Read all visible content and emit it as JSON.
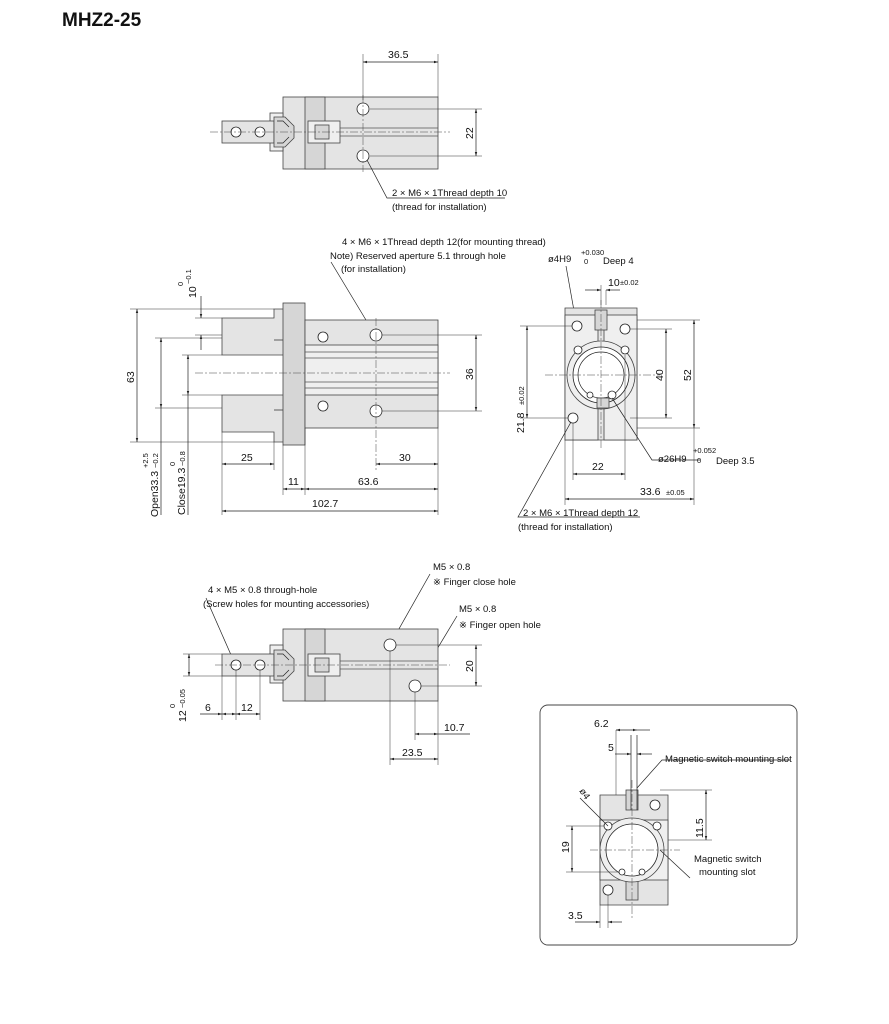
{
  "title": "MHZ2-25",
  "top_view": {
    "dim_width": "36.5",
    "dim_height": "22",
    "note_line1": "2 × M6 × 1Thread depth 10",
    "note_line2": "(thread for installation)"
  },
  "side_view": {
    "note1": "4 × M6 × 1Thread depth 12(for mounting thread)",
    "note2": "Note) Reserved aperture 5.1 through hole",
    "note3": "(for installation)",
    "dim_10": "10",
    "dim_10_tol_upper": "0",
    "dim_10_tol_lower": "−0.1",
    "dim_63": "63",
    "dim_open": "Open33.3",
    "dim_open_tol_upper": "+2.5",
    "dim_open_tol_lower": "−0.2",
    "dim_close": "Close19.3",
    "dim_close_tol_upper": "0",
    "dim_close_tol_lower": "−0.8",
    "dim_36": "36",
    "dim_25": "25",
    "dim_30": "30",
    "dim_11": "11",
    "dim_63_6": "63.6",
    "dim_102_7": "102.7"
  },
  "end_view": {
    "hole_label": "ø4H9",
    "hole_tol_upper": "+0.030",
    "hole_tol_lower": "0",
    "hole_depth": "Deep 4",
    "dim_10": "10",
    "dim_10_tol": "±0.02",
    "dim_40": "40",
    "dim_52": "52",
    "dim_21_8": "21.8",
    "dim_21_8_tol": "±0.02",
    "bore_label": "ø26H9",
    "bore_tol_upper": "+0.052",
    "bore_tol_lower": "0",
    "bore_depth": "Deep 3.5",
    "dim_22": "22",
    "dim_33_6": "33.6",
    "dim_33_6_tol": "±0.05",
    "note_line1": "2 × M6 × 1Thread depth 12",
    "note_line2": "(thread for installation)"
  },
  "bottom_view": {
    "note1": "4 × M5 × 0.8 through-hole",
    "note2": "(Screw holes for mounting accessories)",
    "close_port": "M5 × 0.8",
    "close_label": "※ Finger close hole",
    "open_port": "M5 × 0.8",
    "open_label": "※ Finger open hole",
    "dim_20": "20",
    "dim_12": "12",
    "dim_12_tol_upper": "0",
    "dim_12_tol_lower": "−0.05",
    "dim_6": "6",
    "dim_12b": "12",
    "dim_10_7": "10.7",
    "dim_23_5": "23.5"
  },
  "detail_view": {
    "dim_6_2": "6.2",
    "dim_5": "5",
    "slot_label1": "Magnetic switch mounting slot",
    "dim_phi4": "ø4",
    "dim_11_5": "11.5",
    "dim_19": "19",
    "slot_label2_line1": "Magnetic switch",
    "slot_label2_line2": "mounting slot",
    "dim_3_5": "3.5"
  }
}
